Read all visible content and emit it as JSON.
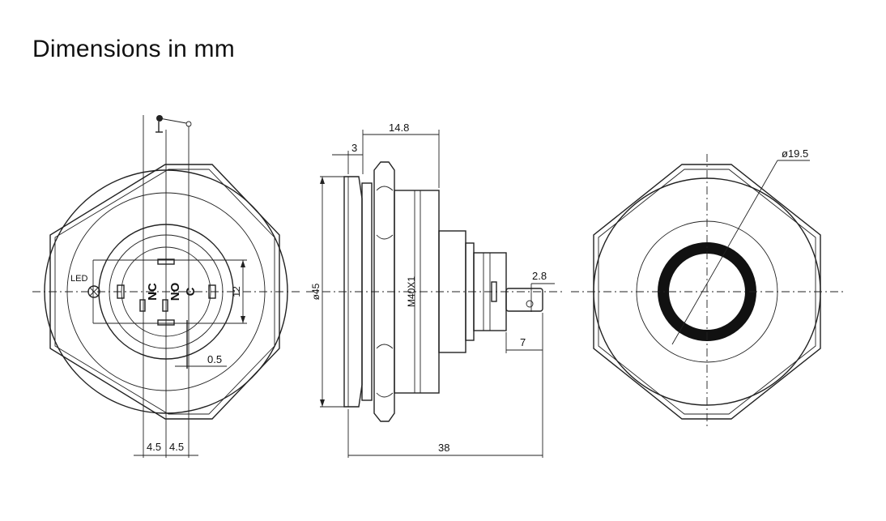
{
  "title": "Dimensions in mm",
  "front_view": {
    "led_label": "LED",
    "terminals": [
      "NC",
      "NO",
      "C"
    ],
    "dim_height": "12",
    "dim_gap": "0.5",
    "dim_spacing_left": "4.5",
    "dim_spacing_right": "4.5"
  },
  "side_view": {
    "dim_top": "14.8",
    "dim_bezel": "3",
    "dim_diameter": "ø45",
    "dim_thread": "M40X1",
    "dim_tab_width": "2.8",
    "dim_tab_length": "7",
    "dim_length": "38"
  },
  "back_view": {
    "dim_ring": "ø19.5"
  }
}
